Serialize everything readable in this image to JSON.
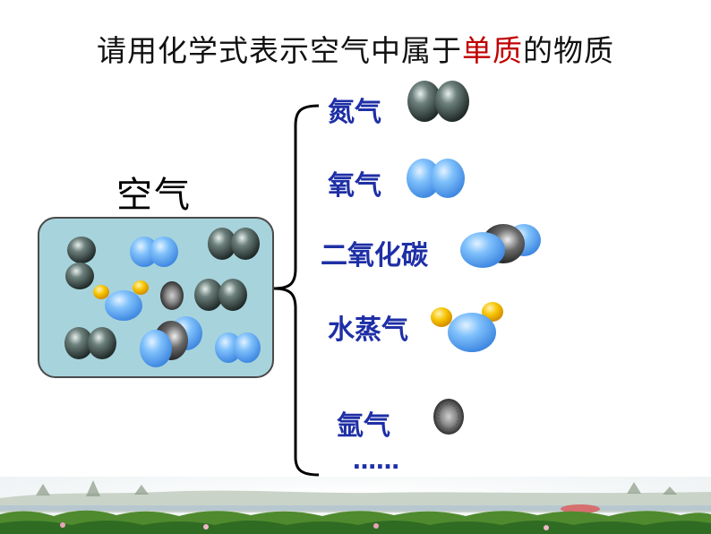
{
  "title": {
    "before": "请用化学式表示空气中属于",
    "highlight": "单质",
    "after": "的物质"
  },
  "air_label": "空气",
  "items": [
    {
      "label": "氮气"
    },
    {
      "label": "氧气"
    },
    {
      "label": "二氧化碳"
    },
    {
      "label": "水蒸气"
    },
    {
      "label": "氩气"
    }
  ],
  "ellipsis": "……",
  "colors": {
    "highlight": "#c00000",
    "item_text": "#1e2fa6",
    "box_fill": "#a7d3dc",
    "nitrogen": "#3a4a48",
    "oxygen": "#6fb4f5",
    "carbon": "#2a2a2a",
    "hydrogen": "#f2b000"
  }
}
